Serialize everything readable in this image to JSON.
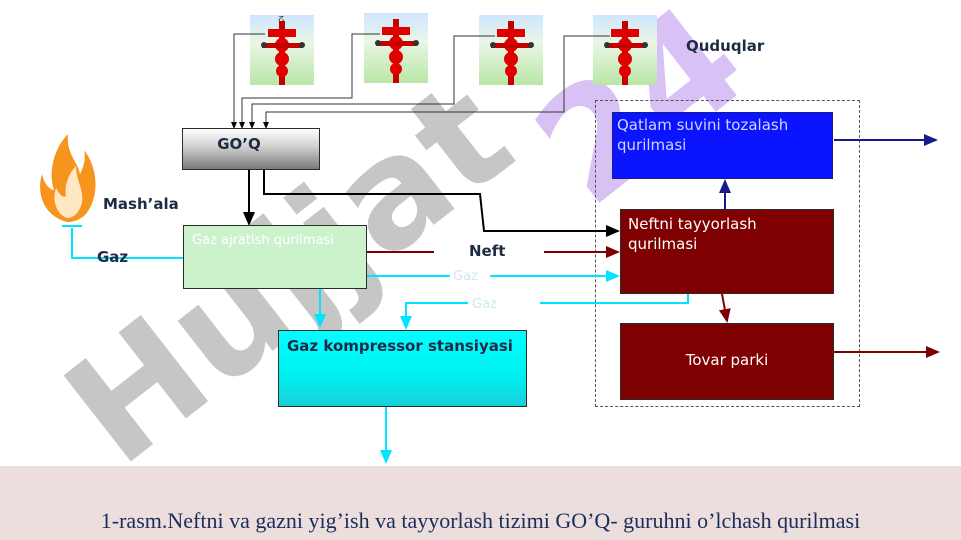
{
  "labels": {
    "wells": "Quduqlar",
    "goq": "GO’Q",
    "flare": "Mash’ala",
    "gas_left": "Gaz",
    "oil": "Neft",
    "gas_line1": "Gaz",
    "gas_line2": "Gaz"
  },
  "boxes": {
    "separator": "Gaz ajratish qurilmasi",
    "compressor": "Gaz kompressor stansiyasi",
    "water_treatment": "Qatlam suvini tozalash qurilmasi",
    "oil_preparation": "Neftni tayyorlash qurilmasi",
    "tank_farm": "Tovar parki"
  },
  "watermark": "Hujjat 24",
  "caption": "1-rasm.Neftni va gazni yig’ish va tayyorlash tizimi GO’Q- guruhni o’lchash qurilmasi",
  "colors": {
    "oil_line": "#7f0000",
    "gas_line": "#00e5ff",
    "water_box": "#0a14ff",
    "oil_box": "#7f0000",
    "compressor_box": "#00ffff",
    "separator_box": "#ccf2cc",
    "watermark_gray": "#bdbdbd",
    "watermark_purple": "#c8a8f0"
  },
  "icons": [
    "wellhead-icon",
    "flame-icon"
  ]
}
